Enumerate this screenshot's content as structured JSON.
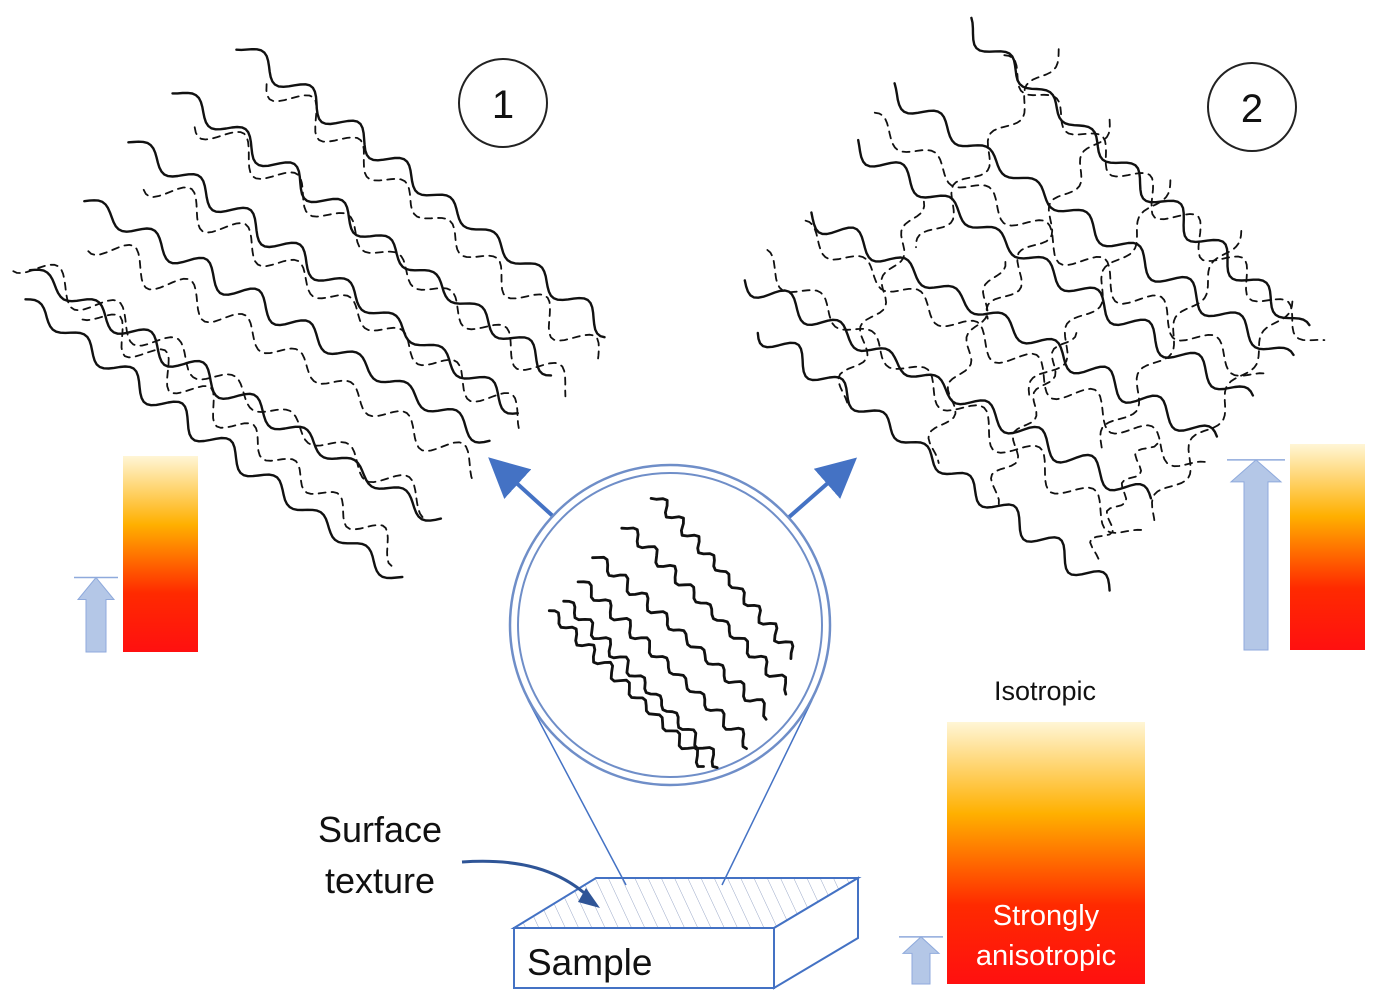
{
  "panels": [
    {
      "id": "1",
      "label": "1"
    },
    {
      "id": "2",
      "label": "2"
    }
  ],
  "labels": {
    "surface_texture_line1": "Surface",
    "surface_texture_line2": "texture",
    "sample": "Sample",
    "scale_top": "Isotropic",
    "scale_bottom_line1": "Strongly",
    "scale_bottom_line2": "anisotropic"
  },
  "colors": {
    "line": "#111111",
    "blue": "#4472c4",
    "pale_blue": "#b4c7e7",
    "gradient_top": "#fff6d6",
    "gradient_mid": "#ffb000",
    "gradient_bottom": "#ff1010"
  },
  "anisotropy_levels": {
    "panel_1_arrow_fraction": 0.38,
    "panel_2_arrow_fraction": 0.97,
    "legend_arrow_fraction": 0.18
  }
}
